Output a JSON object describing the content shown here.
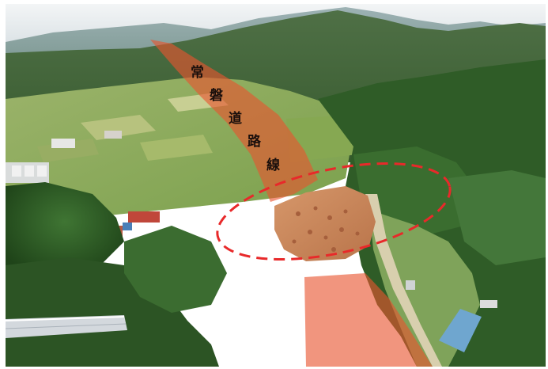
{
  "route_label": {
    "chars": [
      "常",
      "磐",
      "道",
      "路",
      "線"
    ]
  },
  "colors": {
    "route_overlay": "#e8542f",
    "excavation_outline": "#e8292a",
    "excavation_soil": "#c9855a",
    "forest": "#2d5a28",
    "sky": "#eef2f4"
  }
}
